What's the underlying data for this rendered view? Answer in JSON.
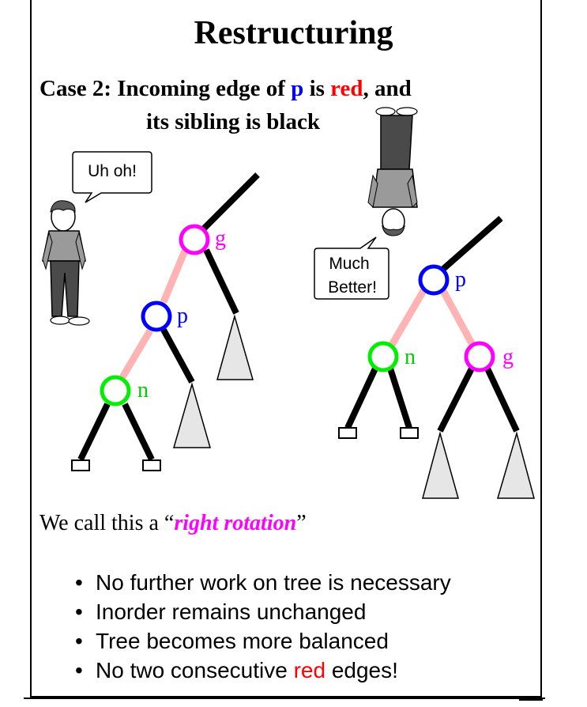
{
  "title": "Restructuring",
  "case": {
    "prefix": "Case 2:  Incoming edge of ",
    "p": "p",
    "is": " is ",
    "red": "red",
    "suffix": ", and",
    "line2": "its sibling is black"
  },
  "speech": {
    "left": "Uh oh!",
    "right_line1": "Much",
    "right_line2": "Better!"
  },
  "left_tree": {
    "g": "g",
    "p": "p",
    "n": "n"
  },
  "right_tree": {
    "p": "p",
    "n": "n",
    "g": "g"
  },
  "colors": {
    "g": "#ff00ff",
    "p": "#0000ff",
    "n": "#00ee00",
    "red_edge": "#ffb3b3",
    "black_edge": "#000000",
    "subtree_fill": "#e6e6e6"
  },
  "intro": {
    "before": "We call this a “",
    "term": "right rotation",
    "after": "”"
  },
  "bullets": {
    "b1": "No further work on tree is necessary",
    "b2": "Inorder remains unchanged",
    "b3": "Tree becomes more balanced",
    "b4_before": "No two consecutive ",
    "b4_red": "red",
    "b4_after": " edges!"
  }
}
